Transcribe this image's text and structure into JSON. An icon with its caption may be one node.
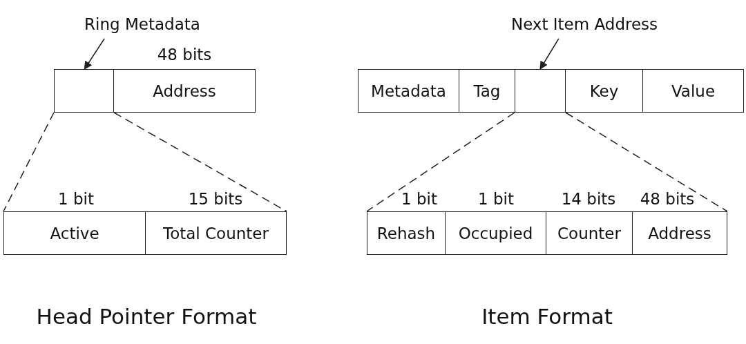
{
  "diagram": {
    "nodes": [
      {
        "text": [
          "Ring Metadata"
        ]
      },
      {
        "text": [],
        "shape": "box"
      },
      {
        "text": [
          "Address"
        ],
        "beside": [
          "48 bits"
        ]
      },
      {
        "text": [
          "Active"
        ],
        "beside": [
          "1 bit"
        ]
      },
      {
        "text": [
          "Total Counter"
        ],
        "beside": [
          "15 bits"
        ]
      },
      {
        "text": [
          "Next Item Address"
        ]
      },
      {
        "text": [
          "Metadata"
        ]
      },
      {
        "text": [
          "Tag"
        ]
      },
      {
        "text": [],
        "shape": "box"
      },
      {
        "text": [
          "Key"
        ]
      },
      {
        "text": [
          "Value"
        ]
      },
      {
        "text": [
          "Rehash"
        ],
        "beside": [
          "1 bit"
        ]
      },
      {
        "text": [
          "Occupied"
        ],
        "beside": [
          "1 bit"
        ]
      },
      {
        "text": [
          "Counter"
        ],
        "beside": [
          "14 bits"
        ]
      },
      {
        "text": [
          "Address"
        ],
        "beside": [
          "48 bits"
        ]
      }
    ],
    "edges": [
      {
        "from": 0,
        "to": 1,
        "arrow": "to"
      },
      {
        "from": 5,
        "to": 8,
        "arrow": "to"
      },
      {
        "from": 1,
        "to": 3,
        "arrow": "none",
        "style": "dashed"
      },
      {
        "from": 1,
        "to": 4,
        "arrow": "none",
        "style": "dashed"
      },
      {
        "from": 8,
        "to": 11,
        "arrow": "none",
        "style": "dashed"
      },
      {
        "from": 8,
        "to": 14,
        "arrow": "none",
        "style": "dashed"
      }
    ],
    "labels": [
      "Head Pointer Format",
      "Item Format"
    ]
  }
}
